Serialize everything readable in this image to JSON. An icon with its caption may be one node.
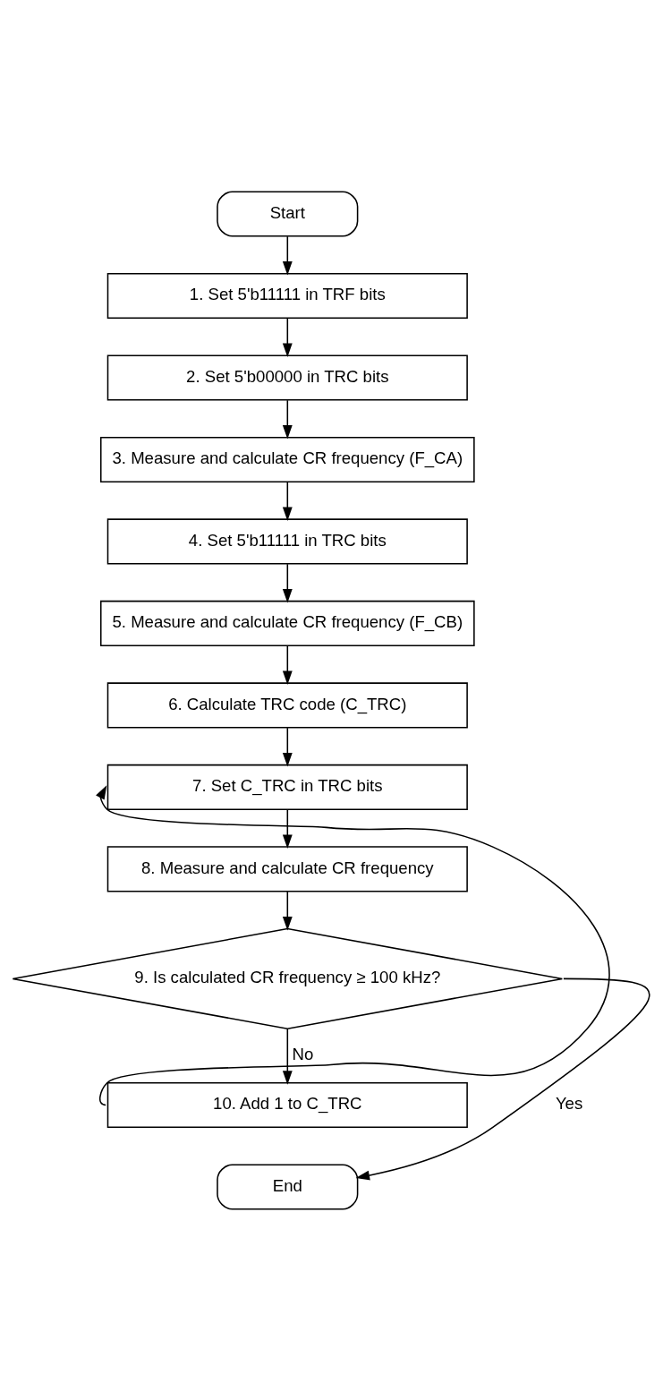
{
  "diagram": {
    "nodes": [
      {
        "text": [
          "Start"
        ]
      },
      {
        "text": [
          "1. Set 5'b11111 in TRF bits"
        ]
      },
      {
        "text": [
          "2. Set 5'b00000 in TRC bits"
        ]
      },
      {
        "text": [
          "3. Measure and calculate CR frequency (F_CA)"
        ]
      },
      {
        "text": [
          "4. Set 5'b11111 in TRC bits"
        ]
      },
      {
        "text": [
          "5. Measure and calculate CR frequency (F_CB)"
        ]
      },
      {
        "text": [
          "6. Calculate TRC code (C_TRC)"
        ]
      },
      {
        "text": [
          "7. Set C_TRC in TRC bits"
        ]
      },
      {
        "text": [
          "8. Measure and calculate CR frequency"
        ]
      },
      {
        "text": [
          "9. Is calculated CR frequency ≥ 100 kHz?"
        ]
      },
      {
        "text": [
          "10. Add 1 to C_TRC"
        ]
      },
      {
        "text": [
          "End"
        ]
      }
    ],
    "edges": [
      {
        "from": 0,
        "to": 1,
        "arrow": "to"
      },
      {
        "from": 1,
        "to": 2,
        "arrow": "to"
      },
      {
        "from": 2,
        "to": 3,
        "arrow": "to"
      },
      {
        "from": 3,
        "to": 4,
        "arrow": "to"
      },
      {
        "from": 4,
        "to": 5,
        "arrow": "to"
      },
      {
        "from": 5,
        "to": 6,
        "arrow": "to"
      },
      {
        "from": 6,
        "to": 7,
        "arrow": "to"
      },
      {
        "from": 7,
        "to": 8,
        "arrow": "to"
      },
      {
        "from": 8,
        "to": 9,
        "arrow": "to"
      },
      {
        "from": 9,
        "to": 10,
        "label": "No",
        "arrow": "to"
      },
      {
        "from": 10,
        "to": 7,
        "arrow": "to"
      },
      {
        "from": 9,
        "to": 11,
        "label": "Yes",
        "arrow": "to"
      }
    ]
  }
}
